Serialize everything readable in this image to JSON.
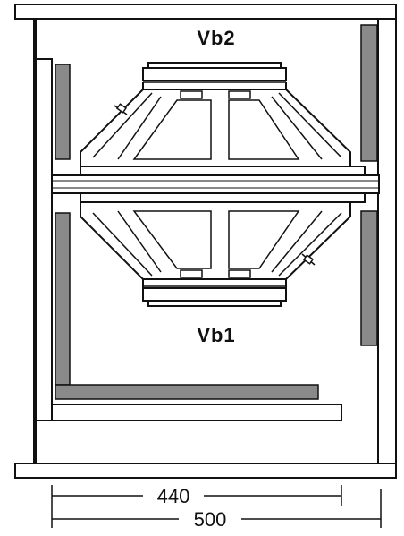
{
  "labels": {
    "top_chamber": "Vb2",
    "bottom_chamber": "Vb1"
  },
  "dimensions": {
    "inner": "440",
    "outer": "500"
  },
  "colors": {
    "stroke": "#111111",
    "absorber": "#8a8a8a",
    "background": "#ffffff"
  }
}
